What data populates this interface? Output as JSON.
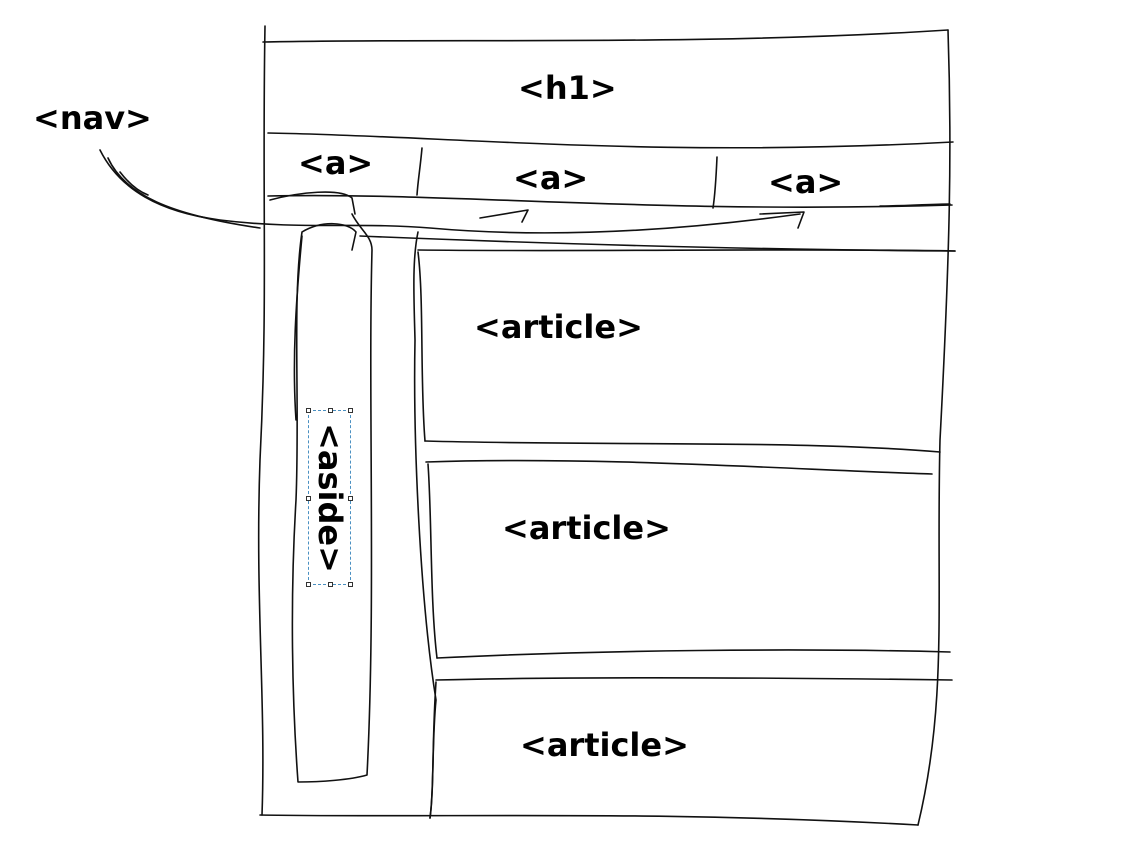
{
  "labels": {
    "nav": "<nav>",
    "h1": "<h1>",
    "links": [
      "<a>",
      "<a>",
      "<a>"
    ],
    "aside": "<aside>",
    "articles": [
      "<article>",
      "<article>",
      "<article>"
    ]
  },
  "colors": {
    "stroke": "#111111",
    "selection": "#4a90c2",
    "background": "#ffffff"
  }
}
